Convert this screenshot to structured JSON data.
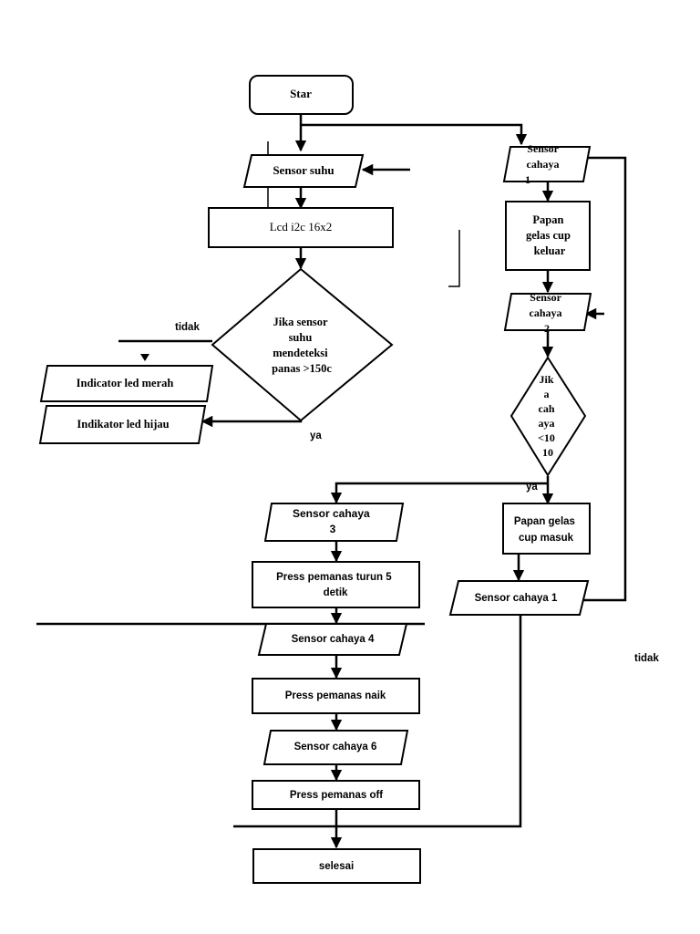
{
  "nodes": {
    "start": "Star",
    "sensor_suhu": "Sensor suhu",
    "lcd": "Lcd i2c 16x2",
    "decision_suhu": [
      "Jika sensor",
      "suhu",
      "mendeteksi",
      "panas >150c"
    ],
    "led_merah": "Indicator led merah",
    "led_hijau": "Indikator led hijau",
    "sensor_cahaya_1_top": [
      "Sensor",
      "cahaya",
      "1"
    ],
    "papan_keluar": [
      "Papan",
      "gelas cup",
      "keluar"
    ],
    "sensor_cahaya_2": [
      "Sensor",
      "cahaya",
      "2"
    ],
    "decision_cahaya": [
      "Jik",
      "a",
      "cah",
      "aya",
      "<10",
      "10"
    ],
    "papan_masuk": [
      "Papan gelas",
      "cup masuk"
    ],
    "sensor_cahaya_1_bottom": "Sensor cahaya 1",
    "sensor_cahaya_3": [
      "Sensor cahaya",
      "3"
    ],
    "press_turun": [
      "Press pemanas turun  5",
      "detik"
    ],
    "sensor_cahaya_4": "Sensor cahaya 4",
    "press_naik": "Press pemanas naik",
    "sensor_cahaya_6": "Sensor cahaya 6",
    "press_off": "Press pemanas off",
    "selesai": "selesai"
  },
  "edge_labels": {
    "tidak_left": "tidak",
    "ya_left": "ya",
    "ya_right": "ya",
    "tidak_right": "tidak"
  }
}
